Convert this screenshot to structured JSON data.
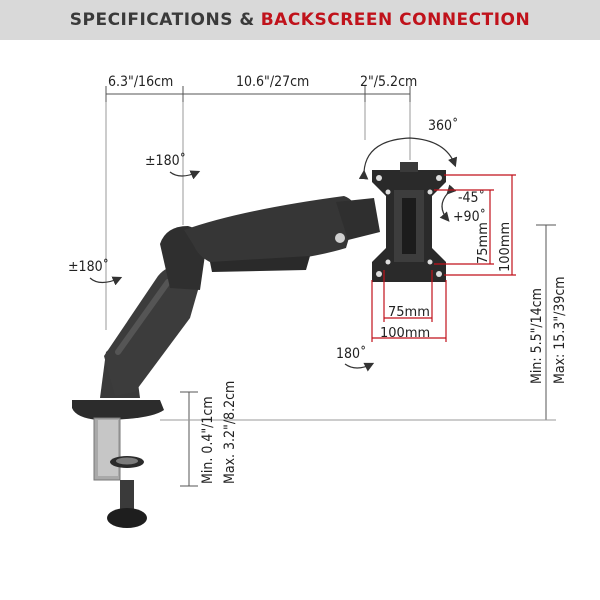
{
  "header": {
    "title_part1": "SPECIFICATIONS &",
    "title_part2": "BACKSCREEN CONNECTION"
  },
  "colors": {
    "accent": "#c0121b",
    "dimension_line": "#555555",
    "arm": "#3a3a3a",
    "header_bg": "#d9d9d9"
  },
  "dimensions": {
    "base_width": "6.3\"/16cm",
    "arm_length": "10.6\"/27cm",
    "head_offset": "2\"/5.2cm",
    "rotation_360": "360˚",
    "swivel_upper": "±180˚",
    "swivel_lower": "±180˚",
    "tilt": "-45˚\n+90˚",
    "tilt_neg": "-45˚",
    "tilt_pos": "+90˚",
    "pan_180": "180˚",
    "height_range": "Min: 5.5\"/14cm\nMax: 15.3\"/39cm",
    "height_min": "Min: 5.5\"/14cm",
    "height_max": "Max: 15.3\"/39cm",
    "clamp_min": "Min. 0.4\"/1cm",
    "clamp_max": "Max. 3.2\"/8.2cm"
  },
  "vesa": {
    "v75": "75mm",
    "v100": "100mm",
    "h75": "75mm",
    "h100": "100mm"
  }
}
